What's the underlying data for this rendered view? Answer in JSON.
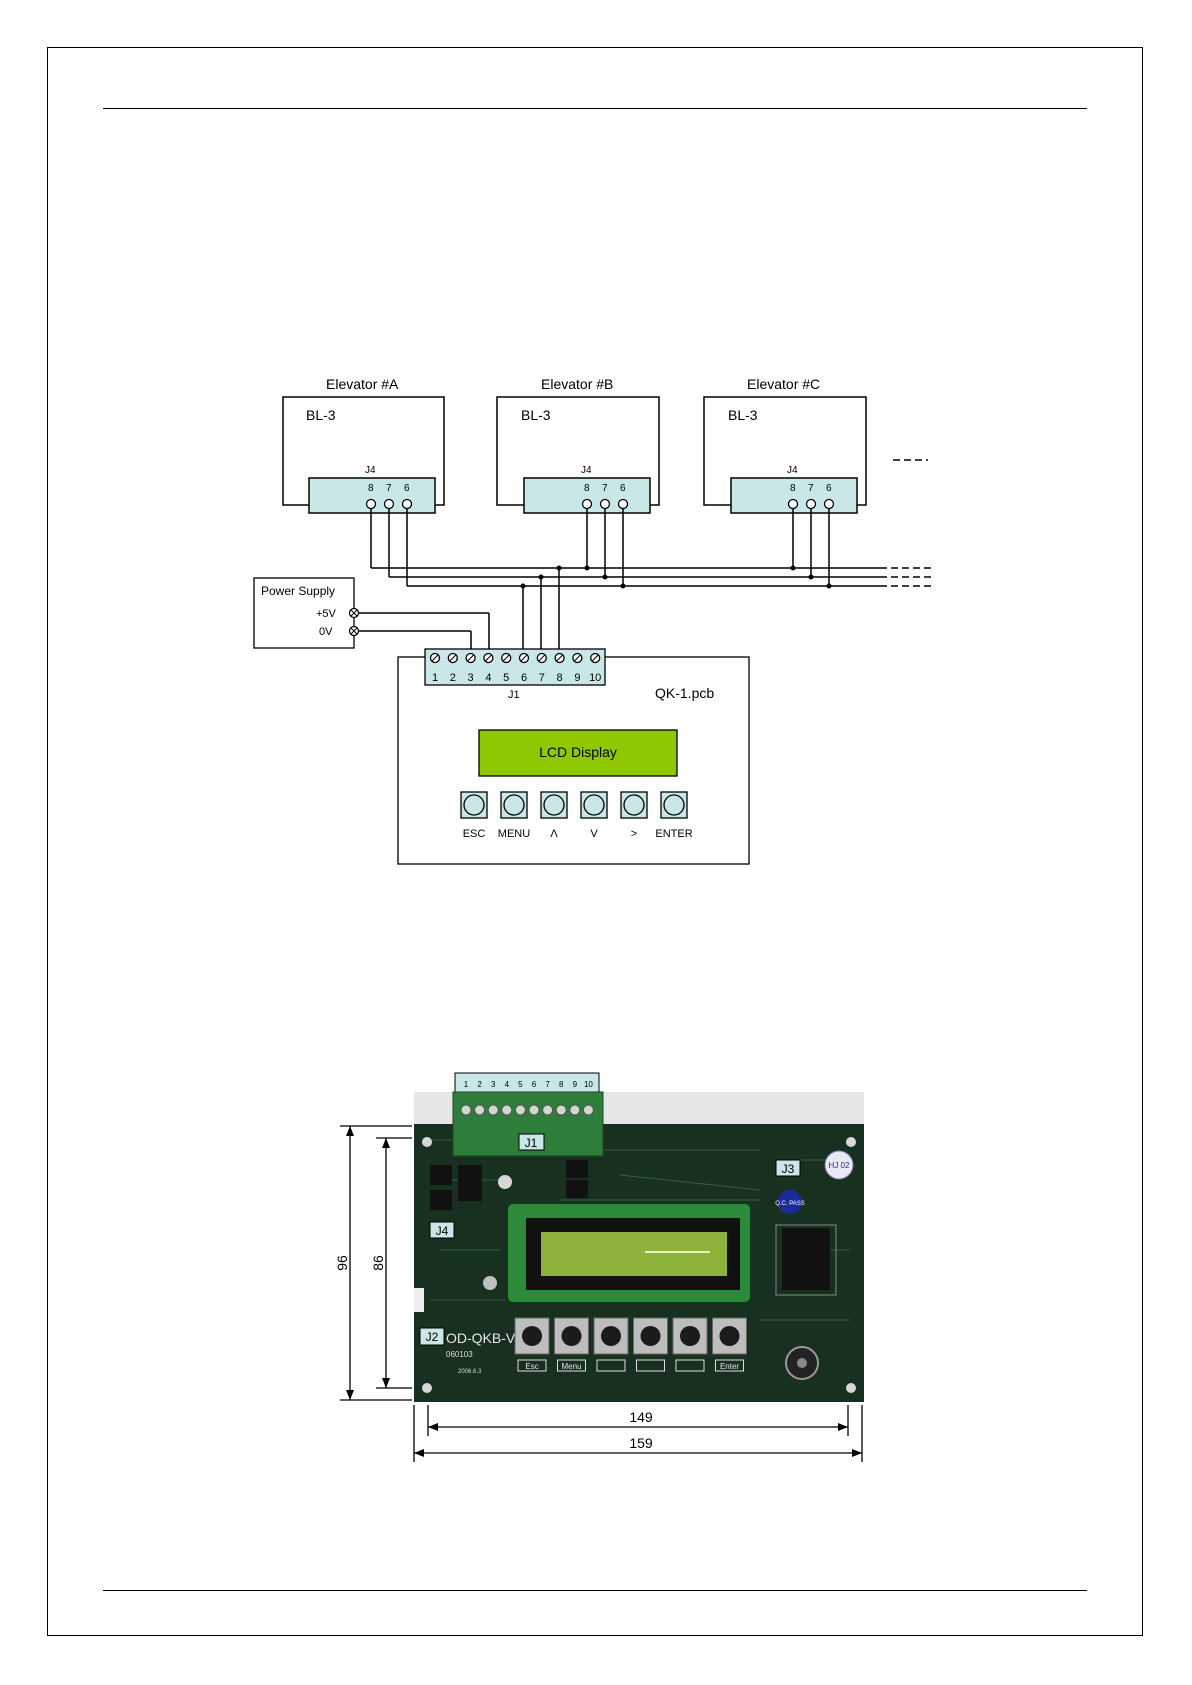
{
  "diagram": {
    "elevators": [
      {
        "title": "Elevator #A",
        "board": "BL-3",
        "connector": "J4",
        "pins": [
          "8",
          "7",
          "6"
        ]
      },
      {
        "title": "Elevator #B",
        "board": "BL-3",
        "connector": "J4",
        "pins": [
          "8",
          "7",
          "6"
        ]
      },
      {
        "title": "Elevator #C",
        "board": "BL-3",
        "connector": "J4",
        "pins": [
          "8",
          "7",
          "6"
        ]
      }
    ],
    "power_supply": {
      "title": "Power Supply",
      "plus": "+5V",
      "zero": "0V"
    },
    "main_board": {
      "name": "QK-1.pcb",
      "connector": "J1",
      "pins": [
        "1",
        "2",
        "3",
        "4",
        "5",
        "6",
        "7",
        "8",
        "9",
        "10"
      ],
      "lcd": "LCD Display",
      "buttons": [
        "ESC",
        "MENU",
        "Λ",
        "V",
        ">",
        "ENTER"
      ]
    },
    "colors": {
      "connector_fill": "#c9e7e7",
      "lcd_fill": "#8fc800",
      "button_fill": "#c9e7e7"
    }
  },
  "photo": {
    "j1_pins": [
      "1",
      "2",
      "3",
      "4",
      "5",
      "6",
      "7",
      "8",
      "9",
      "10"
    ],
    "tags": {
      "j1": "J1",
      "j2": "J2",
      "j3": "J3",
      "j4": "J4"
    },
    "silkscreen": {
      "model": "OD-QKB-V2",
      "code": "060103",
      "date": "2006.6.3"
    },
    "buttons": [
      "Esc",
      "Menu",
      "",
      "",
      "",
      "Enter"
    ],
    "badges": {
      "qc": "Q.C. PASS",
      "hj": "HJ 02"
    },
    "dimensions": {
      "outer_height": "96",
      "inner_height": "86",
      "inner_width": "149",
      "outer_width": "159"
    }
  }
}
